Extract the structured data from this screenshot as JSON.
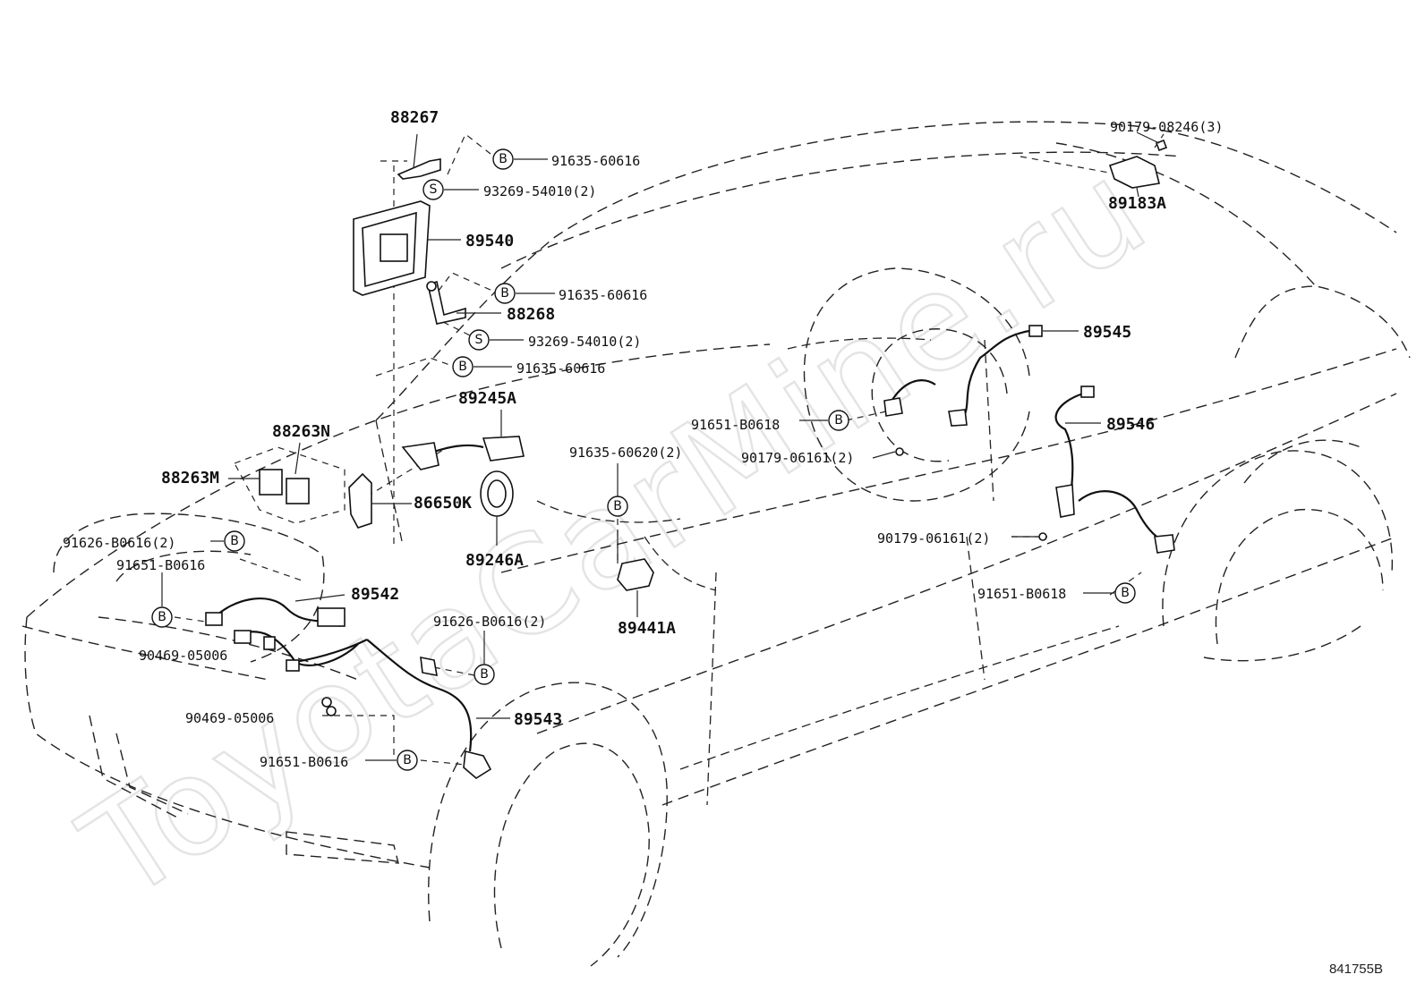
{
  "watermark": "ToyotaCarMine.ru",
  "diagram_code": "841755B",
  "parts": [
    {
      "id": "p88267",
      "label": "88267"
    },
    {
      "id": "p91635a",
      "label": "91635-60616",
      "badge": "B"
    },
    {
      "id": "p93269a",
      "label": "93269-54010(2)",
      "badge": "S"
    },
    {
      "id": "p89540",
      "label": "89540"
    },
    {
      "id": "p91635b",
      "label": "91635-60616",
      "badge": "B"
    },
    {
      "id": "p88268",
      "label": "88268"
    },
    {
      "id": "p93269b",
      "label": "93269-54010(2)",
      "badge": "S"
    },
    {
      "id": "p91635c",
      "label": "91635-60616",
      "badge": "B"
    },
    {
      "id": "p89245A",
      "label": "89245A"
    },
    {
      "id": "p88263N",
      "label": "88263N"
    },
    {
      "id": "p88263M",
      "label": "88263M"
    },
    {
      "id": "p86650K",
      "label": "86650K"
    },
    {
      "id": "p89246A",
      "label": "89246A"
    },
    {
      "id": "p91635d",
      "label": "91635-60620(2)",
      "badge": "B"
    },
    {
      "id": "p89441A",
      "label": "89441A"
    },
    {
      "id": "p91626a",
      "label": "91626-B0616(2)",
      "badge": "B"
    },
    {
      "id": "p91651a",
      "label": "91651-B0616",
      "badge": "B"
    },
    {
      "id": "p89542",
      "label": "89542"
    },
    {
      "id": "p90469a",
      "label": "90469-05006"
    },
    {
      "id": "p91626b",
      "label": "91626-B0616(2)",
      "badge": "B"
    },
    {
      "id": "p90469b",
      "label": "90469-05006"
    },
    {
      "id": "p89543",
      "label": "89543"
    },
    {
      "id": "p91651b",
      "label": "91651-B0616",
      "badge": "B"
    },
    {
      "id": "p90179a",
      "label": "90179-08246(3)"
    },
    {
      "id": "p89183A",
      "label": "89183A"
    },
    {
      "id": "p89545",
      "label": "89545"
    },
    {
      "id": "p91651c",
      "label": "91651-B0618",
      "badge": "B"
    },
    {
      "id": "p90179b",
      "label": "90179-06161(2)"
    },
    {
      "id": "p89546",
      "label": "89546"
    },
    {
      "id": "p90179c",
      "label": "90179-06161(2)"
    },
    {
      "id": "p91651d",
      "label": "91651-B0618",
      "badge": "B"
    }
  ]
}
